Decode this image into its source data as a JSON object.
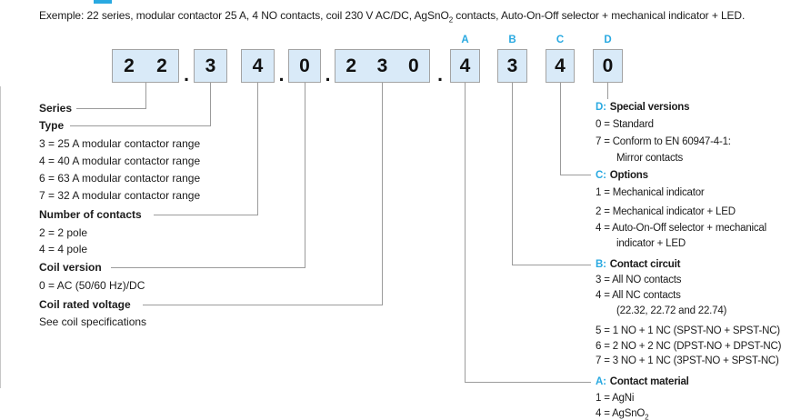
{
  "example": {
    "pre": "Exemple: 22 series, modular contactor 25 A, 4 NO contacts, coil 230 V AC/DC, AgSnO",
    "sub": "2",
    "post": " contacts, Auto-On-Off selector + mechanical indicator + LED."
  },
  "code": {
    "separator": ".",
    "boxes": [
      {
        "digits": "22"
      },
      {
        "digits": "3"
      },
      {
        "digits": "4"
      },
      {
        "digits": "0"
      },
      {
        "digits": "230"
      },
      {
        "digits": "4",
        "letter": "A"
      },
      {
        "digits": "3",
        "letter": "B"
      },
      {
        "digits": "4",
        "letter": "C"
      },
      {
        "digits": "0",
        "letter": "D"
      }
    ]
  },
  "left": {
    "groups": [
      {
        "title": "Series",
        "items": []
      },
      {
        "title": "Type",
        "items": [
          "3 = 25 A modular contactor range",
          "4 = 40 A modular contactor range",
          "6 = 63 A modular contactor range",
          "7 = 32 A modular contactor range"
        ]
      },
      {
        "title": "Number of contacts",
        "items": [
          "2 = 2 pole",
          "4 = 4 pole"
        ]
      },
      {
        "title": "Coil version",
        "items": [
          "0 = AC (50/60 Hz)/DC"
        ]
      },
      {
        "title": "Coil rated voltage",
        "items": [
          "See coil specifications"
        ]
      }
    ]
  },
  "right": {
    "groups": [
      {
        "letter": "D:",
        "title": "Special versions",
        "items": [
          "0 = Standard",
          "7 = Conform to EN 60947-4-1:",
          "Mirror contacts"
        ]
      },
      {
        "letter": "C:",
        "title": "Options",
        "items": [
          "1 = Mechanical indicator",
          "2 = Mechanical indicator + LED",
          "4 = Auto-On-Off selector + mechanical",
          "indicator + LED"
        ]
      },
      {
        "letter": "B:",
        "title": "Contact circuit",
        "items": [
          "3 = All NO contacts",
          "4 = All NC contacts",
          "(22.32, 22.72 and 22.74)",
          "5 = 1 NO + 1 NC (SPST-NO + SPST-NC)",
          "6 = 2 NO + 2 NC (DPST-NO + DPST-NC)",
          "7 = 3 NO + 1 NC (3PST-NO + SPST-NC)"
        ]
      },
      {
        "letter": "A:",
        "title": "Contact material",
        "items": [
          "1 = AgNi",
          "4 = AgSnO"
        ],
        "item_sub": "2"
      }
    ]
  },
  "colors": {
    "accent": "#29a9e1",
    "box_fill": "#d9eaf8",
    "box_border": "#a3a3a3",
    "connector_line": "#9b9b9b",
    "text": "#1b1b1b"
  }
}
